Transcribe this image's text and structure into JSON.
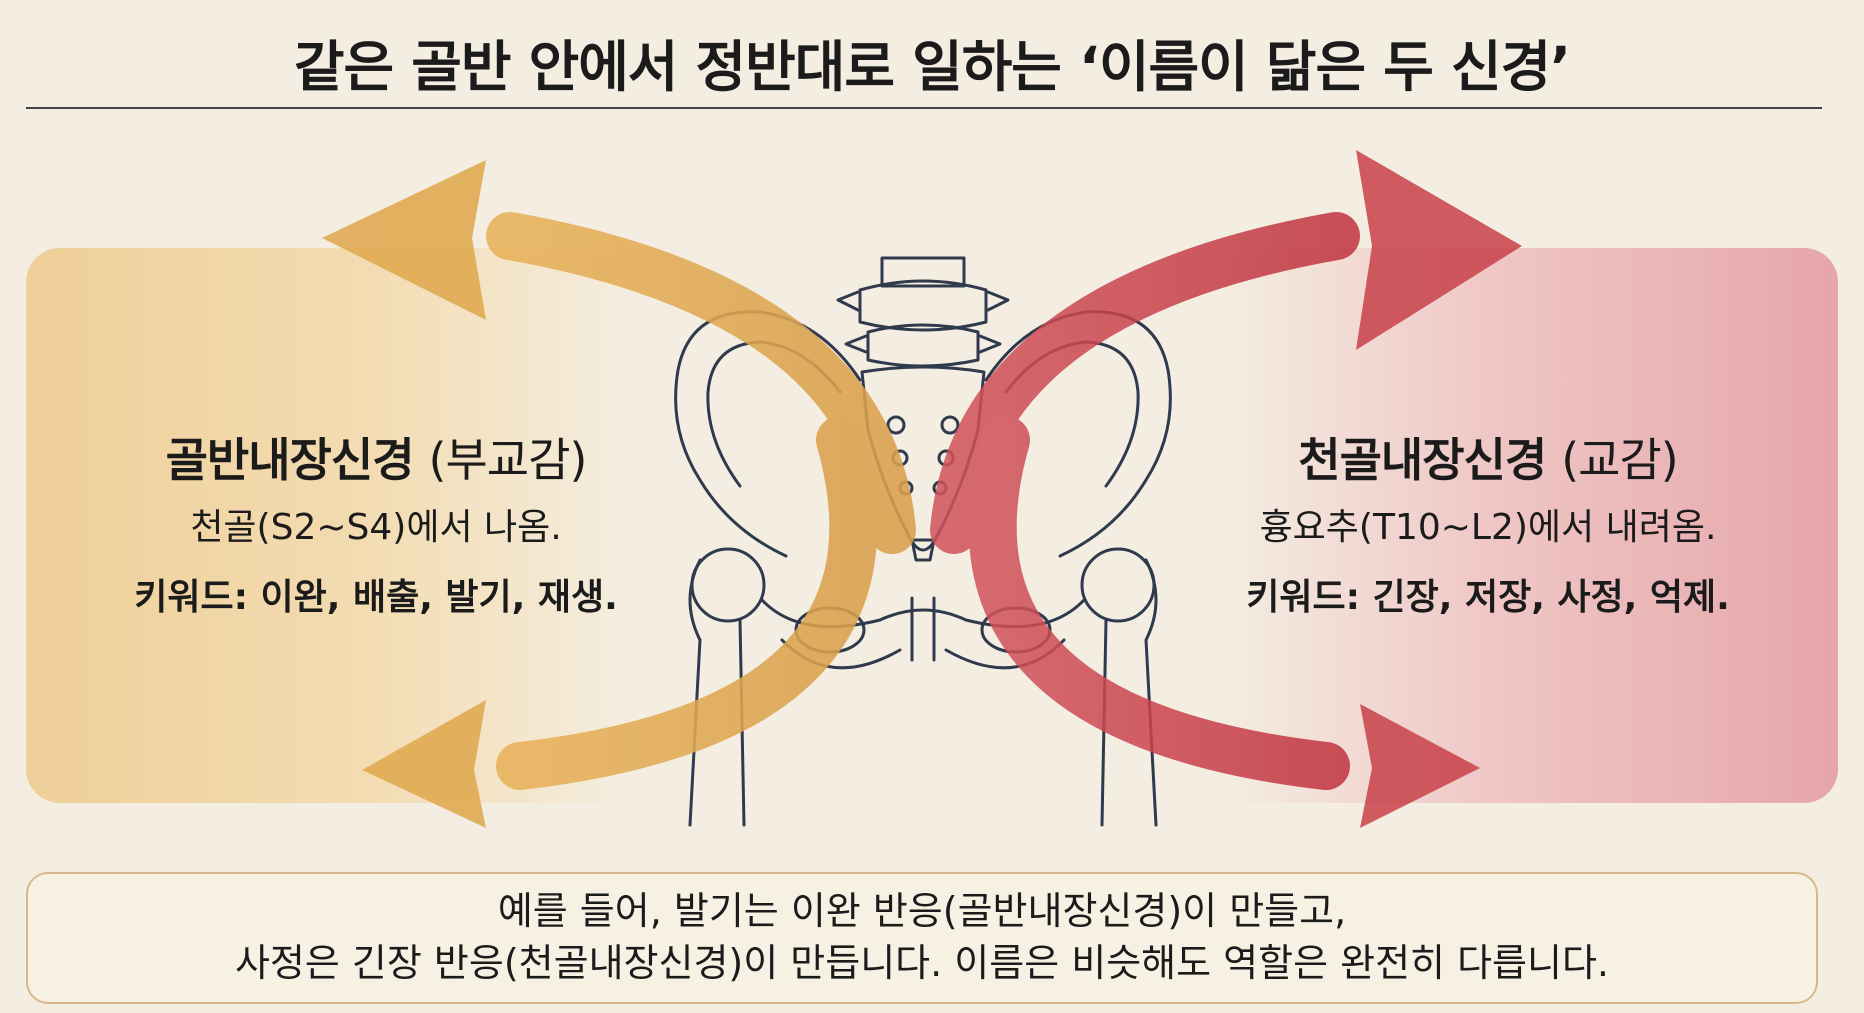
{
  "title": "같은 골반 안에서 정반대로 일하는 ‘이름이 닮은 두 신경’",
  "left_nerve": {
    "name": "골반내장신경",
    "type": "(부교감)",
    "origin": "천골(S2~S4)에서 나옴.",
    "keywords": "키워드: 이완, 배출, 발기, 재생.",
    "color": "#e0a94f"
  },
  "right_nerve": {
    "name": "천골내장신경",
    "type": "(교감)",
    "origin": "흉요추(T10~L2)에서 내려옴.",
    "keywords": "키워드: 긴장, 저장, 사정, 억제.",
    "color": "#c9414a"
  },
  "example": {
    "line1": "예를 들어, 발기는 이완 반응(골반내장신경)이 만들고,",
    "line2": "사정은 긴장 반응(천골내장신경)이 만듭니다. 이름은 비슷해도 역할은 완전히 다릅니다."
  },
  "colors": {
    "background": "#f4eee2",
    "bone_outline": "#2f3a4d",
    "left_panel": "#efcf98",
    "right_panel": "#e6a6a9"
  }
}
